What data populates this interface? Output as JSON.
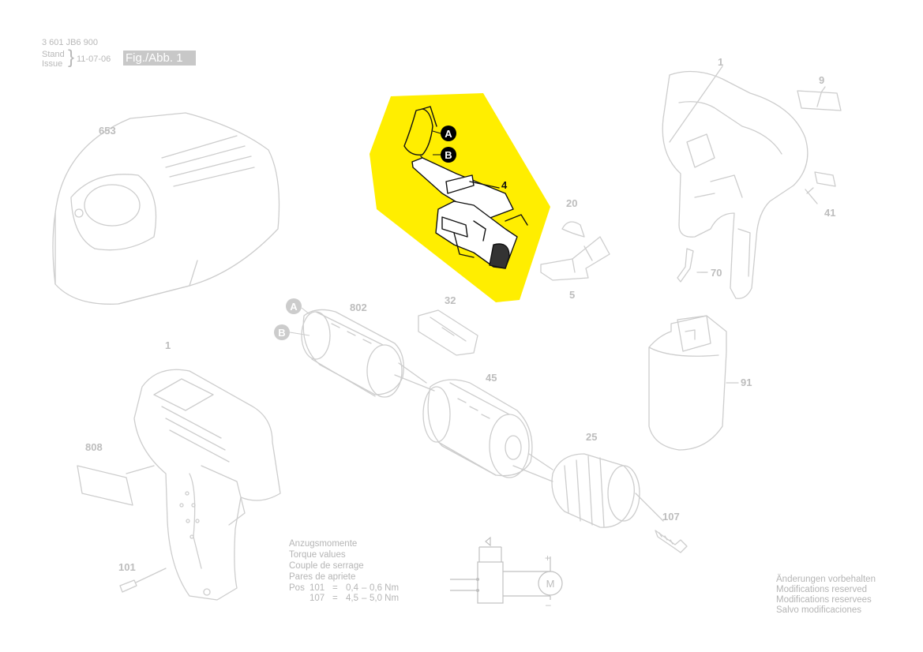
{
  "header": {
    "part_number": "3 601 JB6 900",
    "stand_label": "Stand",
    "issue_label": "Issue",
    "brace": "}",
    "date": "11-07-06",
    "figure_label": "Fig./Abb. 1"
  },
  "parts": [
    {
      "id": "1",
      "description": ""
    },
    {
      "id": "9",
      "description": ""
    },
    {
      "id": "41",
      "description": ""
    },
    {
      "id": "70",
      "description": ""
    },
    {
      "id": "653",
      "description": ""
    },
    {
      "id": "4",
      "description": "highlighted switch"
    },
    {
      "id": "20",
      "description": ""
    },
    {
      "id": "5",
      "description": ""
    },
    {
      "id": "802",
      "description": ""
    },
    {
      "id": "32",
      "description": ""
    },
    {
      "id": "45",
      "description": ""
    },
    {
      "id": "91",
      "description": ""
    },
    {
      "id": "25",
      "description": ""
    },
    {
      "id": "808",
      "description": ""
    },
    {
      "id": "107",
      "description": ""
    },
    {
      "id": "101",
      "description": ""
    }
  ],
  "labels": {
    "p1_top": "1",
    "p9": "9",
    "p41": "41",
    "p70": "70",
    "p653": "653",
    "p4": "4",
    "p20": "20",
    "p5": "5",
    "p802": "802",
    "p32": "32",
    "p45": "45",
    "p91": "91",
    "p25": "25",
    "p808": "808",
    "p107": "107",
    "p101": "101",
    "p1_bottom": "1"
  },
  "connectors": {
    "a": "A",
    "b": "B"
  },
  "torque": {
    "lines": [
      "Anzugsmomente",
      "Torque values",
      "Couple de serrage",
      "Pares de apriete"
    ],
    "row1": {
      "pos_label": "Pos",
      "pos": "101",
      "eq": "=",
      "min": "0,4",
      "dash": "–",
      "max": "0,6 Nm"
    },
    "row2": {
      "pos": "107",
      "eq": "=",
      "min": "4,5",
      "dash": "–",
      "max": "5,0 Nm"
    }
  },
  "modifications": [
    "Änderungen vorbehalten",
    "Modifications reserved",
    "Modifications reservees",
    "Salvo modificaciones"
  ],
  "circuit": {
    "motor": "M",
    "plus": "+",
    "minus": "–"
  },
  "colors": {
    "highlight": "#ffee00",
    "line": "#c8c8c8",
    "ink": "#111111",
    "label": "#bdbdbd"
  }
}
